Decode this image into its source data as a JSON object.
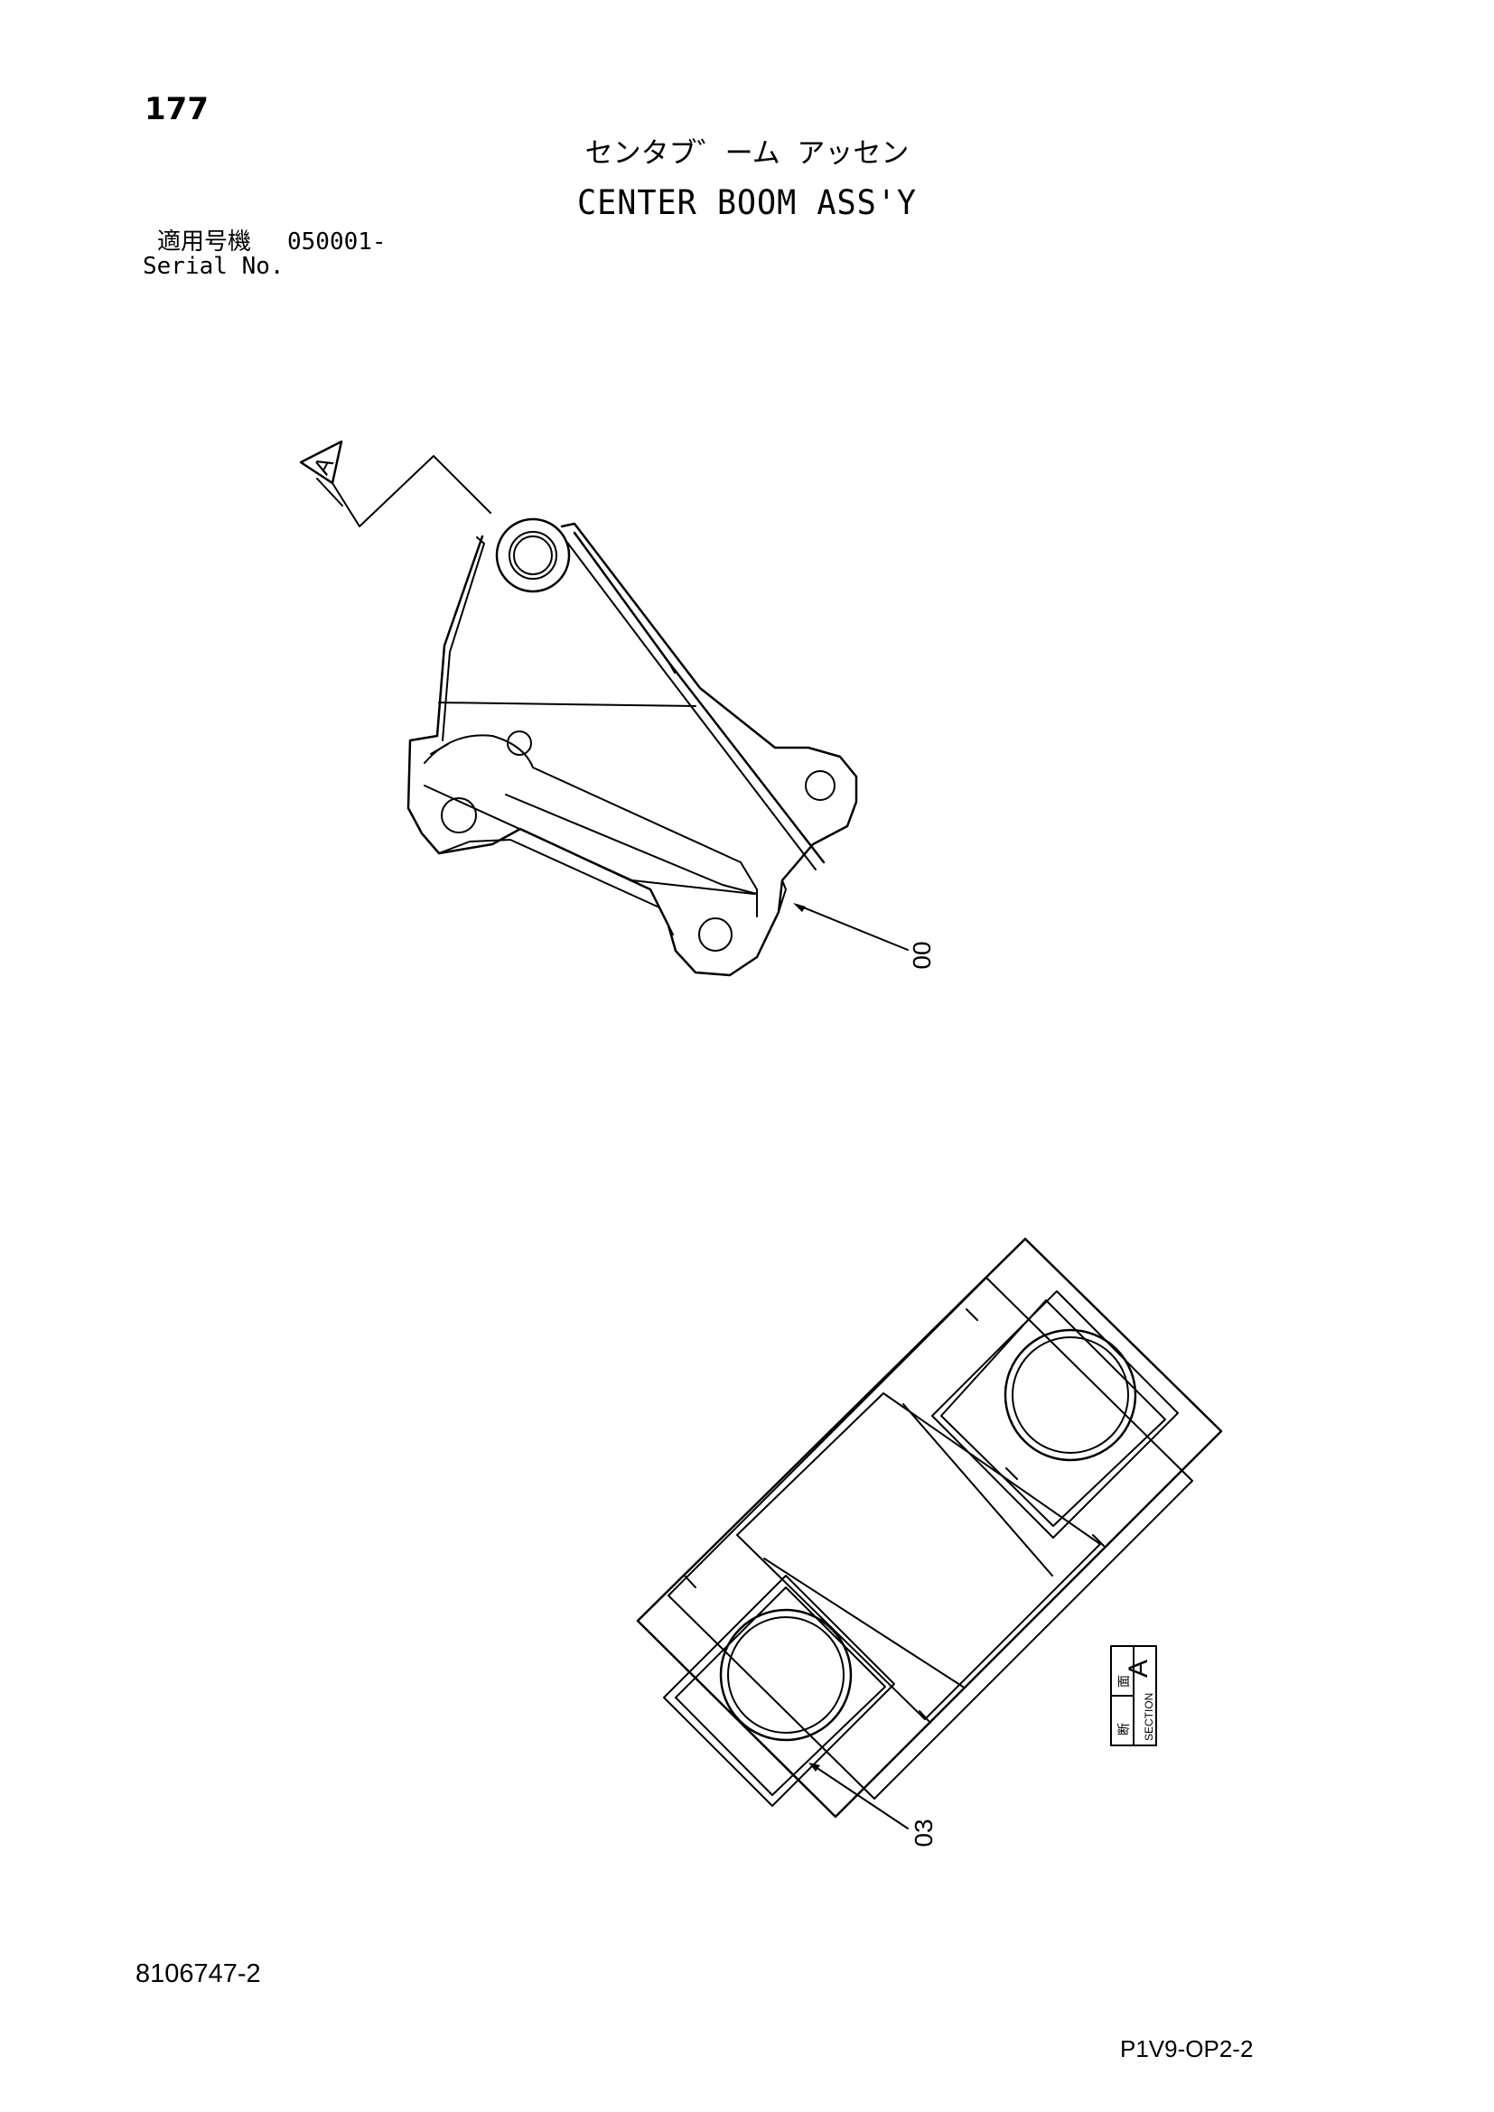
{
  "header": {
    "page_number": "177",
    "title_jp": "センタブ゛ーム アッセン",
    "title_en": "CENTER BOOM ASS'Y",
    "serial_label_jp": "適用号機",
    "serial_value": "050001-",
    "serial_label_en": "Serial No."
  },
  "callouts": {
    "view_marker": "A",
    "part_00": "00",
    "part_03": "03"
  },
  "section_label": {
    "letter": "A",
    "jp_top": "断",
    "jp_bottom": "面",
    "en": "SECTION"
  },
  "footer": {
    "doc_number": "8106747-2",
    "page_code": "P1V9-OP2-2"
  }
}
